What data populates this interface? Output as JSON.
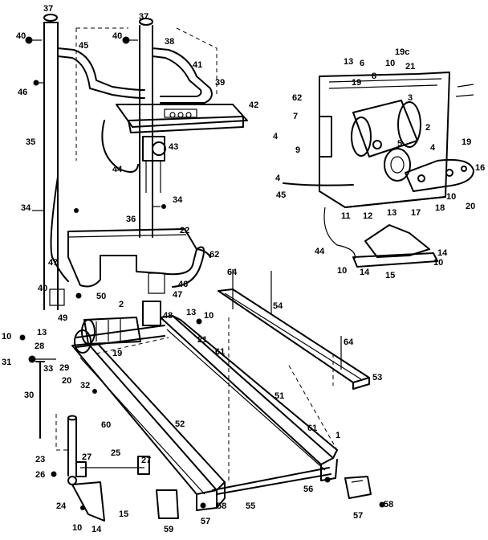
{
  "callouts": [
    {
      "id": "c1",
      "text": "37"
    },
    {
      "id": "c2",
      "text": "37"
    },
    {
      "id": "c3",
      "text": "40"
    },
    {
      "id": "c4",
      "text": "40"
    },
    {
      "id": "c5",
      "text": "45"
    },
    {
      "id": "c6",
      "text": "38"
    },
    {
      "id": "c7",
      "text": "41"
    },
    {
      "id": "c8",
      "text": "46"
    },
    {
      "id": "c9",
      "text": "39"
    },
    {
      "id": "c10",
      "text": "42"
    },
    {
      "id": "c11",
      "text": "35"
    },
    {
      "id": "c12",
      "text": "43"
    },
    {
      "id": "c13",
      "text": "44"
    },
    {
      "id": "c14",
      "text": "34"
    },
    {
      "id": "c15",
      "text": "34"
    },
    {
      "id": "c16",
      "text": "36"
    },
    {
      "id": "c17",
      "text": "22"
    },
    {
      "id": "c18",
      "text": "62"
    },
    {
      "id": "c19",
      "text": "64"
    },
    {
      "id": "c20",
      "text": "47"
    },
    {
      "id": "c21",
      "text": "40"
    },
    {
      "id": "c22",
      "text": "46"
    },
    {
      "id": "c23",
      "text": "47"
    },
    {
      "id": "c24",
      "text": "50"
    },
    {
      "id": "c25",
      "text": "2"
    },
    {
      "id": "c26",
      "text": "54"
    },
    {
      "id": "c27",
      "text": "49"
    },
    {
      "id": "c28",
      "text": "48"
    },
    {
      "id": "c29",
      "text": "13"
    },
    {
      "id": "c30",
      "text": "10"
    },
    {
      "id": "c31",
      "text": "10"
    },
    {
      "id": "c32",
      "text": "13"
    },
    {
      "id": "c33",
      "text": "28"
    },
    {
      "id": "c34",
      "text": "21"
    },
    {
      "id": "c35",
      "text": "64"
    },
    {
      "id": "c36",
      "text": "19"
    },
    {
      "id": "c37",
      "text": "61"
    },
    {
      "id": "c38",
      "text": "31"
    },
    {
      "id": "c39",
      "text": "33"
    },
    {
      "id": "c40",
      "text": "29"
    },
    {
      "id": "c41",
      "text": "20"
    },
    {
      "id": "c42",
      "text": "53"
    },
    {
      "id": "c43",
      "text": "32"
    },
    {
      "id": "c44",
      "text": "30"
    },
    {
      "id": "c45",
      "text": "51"
    },
    {
      "id": "c46",
      "text": "60"
    },
    {
      "id": "c47",
      "text": "52"
    },
    {
      "id": "c48",
      "text": "61"
    },
    {
      "id": "c49",
      "text": "1"
    },
    {
      "id": "c50",
      "text": "23"
    },
    {
      "id": "c51",
      "text": "25"
    },
    {
      "id": "c52",
      "text": "27"
    },
    {
      "id": "c53",
      "text": "27"
    },
    {
      "id": "c54",
      "text": "26"
    },
    {
      "id": "c55",
      "text": "56"
    },
    {
      "id": "c56",
      "text": "24"
    },
    {
      "id": "c57",
      "text": "55"
    },
    {
      "id": "c58",
      "text": "58"
    },
    {
      "id": "c59",
      "text": "15"
    },
    {
      "id": "c60",
      "text": "58"
    },
    {
      "id": "c61",
      "text": "57"
    },
    {
      "id": "c62",
      "text": "10"
    },
    {
      "id": "c63",
      "text": "14"
    },
    {
      "id": "c64",
      "text": "57"
    },
    {
      "id": "c65",
      "text": "59"
    },
    {
      "id": "c66",
      "text": "13"
    },
    {
      "id": "c67",
      "text": "6"
    },
    {
      "id": "c68",
      "text": "10"
    },
    {
      "id": "c69",
      "text": "21"
    },
    {
      "id": "c70",
      "text": "19c"
    },
    {
      "id": "c71",
      "text": "8"
    },
    {
      "id": "c72",
      "text": "19"
    },
    {
      "id": "c73",
      "text": "62"
    },
    {
      "id": "c74",
      "text": "3"
    },
    {
      "id": "c75",
      "text": "7"
    },
    {
      "id": "c76",
      "text": "2"
    },
    {
      "id": "c77",
      "text": "4"
    },
    {
      "id": "c78",
      "text": "5"
    },
    {
      "id": "c79",
      "text": "9"
    },
    {
      "id": "c80",
      "text": "4"
    },
    {
      "id": "c81",
      "text": "19"
    },
    {
      "id": "c82",
      "text": "16"
    },
    {
      "id": "c83",
      "text": "4"
    },
    {
      "id": "c84",
      "text": "45"
    },
    {
      "id": "c85",
      "text": "10"
    },
    {
      "id": "c86",
      "text": "20"
    },
    {
      "id": "c87",
      "text": "11"
    },
    {
      "id": "c88",
      "text": "12"
    },
    {
      "id": "c89",
      "text": "13"
    },
    {
      "id": "c90",
      "text": "17"
    },
    {
      "id": "c91",
      "text": "18"
    },
    {
      "id": "c92",
      "text": "44"
    },
    {
      "id": "c93",
      "text": "14"
    },
    {
      "id": "c94",
      "text": "10"
    },
    {
      "id": "c95",
      "text": "10"
    },
    {
      "id": "c96",
      "text": "14"
    },
    {
      "id": "c97",
      "text": "15"
    }
  ]
}
